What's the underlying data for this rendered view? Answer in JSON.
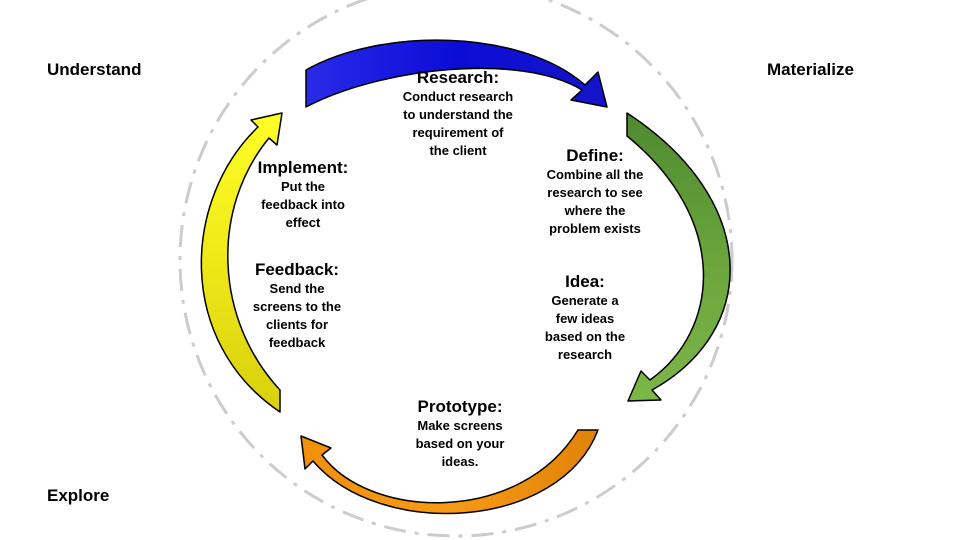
{
  "corners": {
    "understand": "Understand",
    "materialize": "Materialize",
    "explore": "Explore"
  },
  "stages": {
    "research": {
      "title": "Research:",
      "desc": "Conduct research\nto understand the\nrequirement of\nthe client"
    },
    "define": {
      "title": "Define:",
      "desc": "Combine all the\nresearch to see\nwhere the\nproblem exists"
    },
    "idea": {
      "title": "Idea:",
      "desc": "Generate a\nfew ideas\nbased on the\nresearch"
    },
    "prototype": {
      "title": "Prototype:",
      "desc": "Make screens\nbased on your\nideas."
    },
    "feedback": {
      "title": "Feedback:",
      "desc": "Send the\nscreens to the\nclients for\nfeedback"
    },
    "implement": {
      "title": "Implement:",
      "desc": "Put the\nfeedback into\neffect"
    }
  },
  "colors": {
    "research": "#1010e0",
    "define": "#5f9e3a",
    "idea": "#6fae3a",
    "prototype": "#f0900c",
    "feedback": "#e4dc0c",
    "implement": "#ffff20",
    "outer_ring": "#cccccc"
  }
}
